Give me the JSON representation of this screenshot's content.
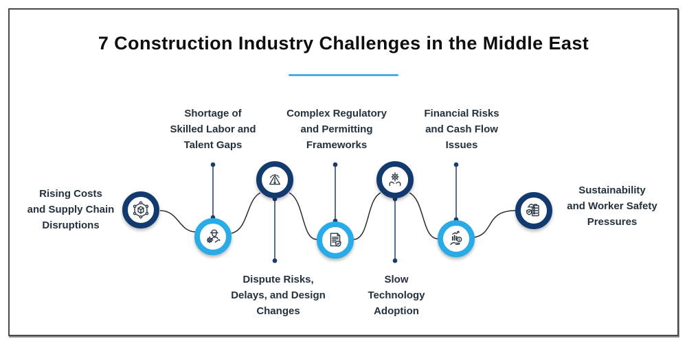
{
  "title": "7 Construction Industry Challenges in the Middle East",
  "colors": {
    "navy": "#123A6E",
    "light_blue": "#29ABE8",
    "underline": "#47AEEA",
    "label_text": "#24313E",
    "connector": "#2B2B2B"
  },
  "challenges": [
    {
      "label": "Rising Costs\nand Supply Chain\nDisruptions",
      "icon": "supply-chain-cube-icon",
      "ring": "navy"
    },
    {
      "label": "Shortage of\nSkilled Labor and\nTalent Gaps",
      "icon": "skilled-worker-icon",
      "ring": "light_blue"
    },
    {
      "label": "Dispute Risks,\nDelays, and Design\nChanges",
      "icon": "warning-triangle-icon",
      "ring": "navy"
    },
    {
      "label": "Complex Regulatory\nand Permitting\nFrameworks",
      "icon": "document-shield-icon",
      "ring": "light_blue"
    },
    {
      "label": "Slow\nTechnology\nAdoption",
      "icon": "hands-holding-gear-icon",
      "ring": "navy"
    },
    {
      "label": "Financial Risks\nand Cash Flow\nIssues",
      "icon": "finance-hand-chart-icon",
      "ring": "light_blue"
    },
    {
      "label": "Sustainability\nand Worker Safety\nPressures",
      "icon": "safety-checklist-icon",
      "ring": "navy"
    }
  ]
}
